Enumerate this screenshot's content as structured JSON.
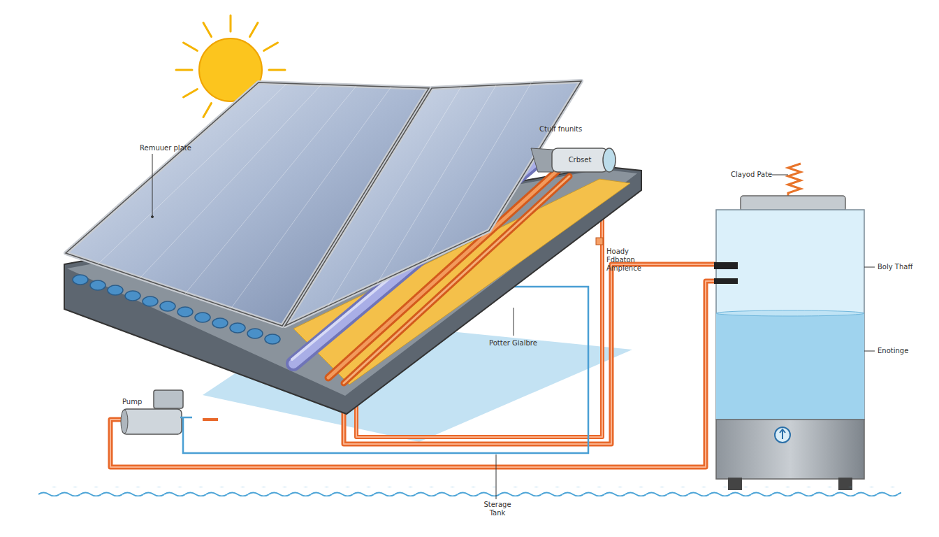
{
  "diagram": {
    "nodes": [
      {
        "text": [
          "Crbset"
        ]
      },
      {
        "text": [
          "Pump"
        ]
      }
    ],
    "labels": [
      "Remuuer plate",
      "Ctuif fnunits",
      "Clayod Pate",
      "Hoady Fdbaton Amplence",
      "Potter Gialbre",
      "Boly Thaff",
      "Enotinge",
      "Sterage Tank"
    ]
  }
}
